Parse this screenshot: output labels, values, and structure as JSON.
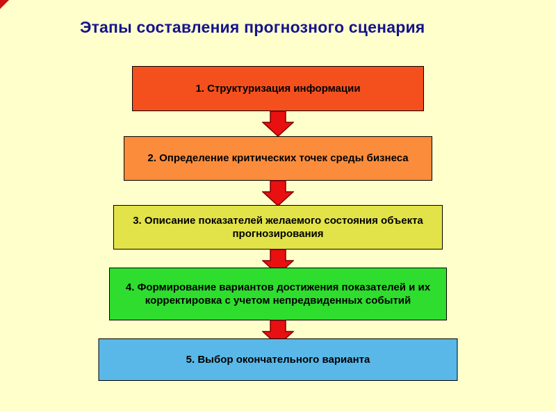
{
  "slide": {
    "title": "Этапы составления прогнозного сценария",
    "background_color": "#FFFFCC",
    "title_color": "#14148C",
    "corner_accent_color": "#CC1111"
  },
  "boxes": [
    {
      "label": "1. Структуризация информации",
      "fill": "#F4501E"
    },
    {
      "label": "2. Определение критических точек среды бизнеса",
      "fill": "#FB8C3C"
    },
    {
      "label": "3. Описание показателей желаемого состояния объекта прогнозирования",
      "fill": "#E2E348"
    },
    {
      "label": "4. Формирование вариантов достижения показателей и их корректировка с учетом непредвиденных событий",
      "fill": "#2EDD2E"
    },
    {
      "label": "5. Выбор окончательного варианта",
      "fill": "#59B8E8"
    }
  ],
  "arrow": {
    "fill": "#E81010",
    "border": "#7F0000"
  }
}
